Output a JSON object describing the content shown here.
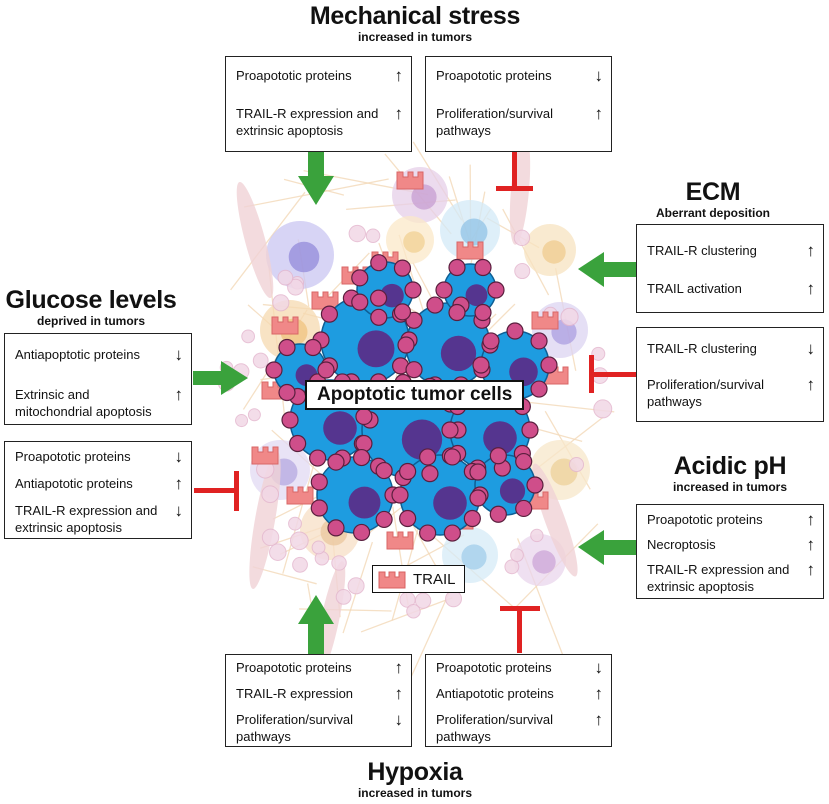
{
  "center_label": "Apoptotic  tumor cells",
  "legend": {
    "label": "TRAIL"
  },
  "colors": {
    "promote": "#3aa23c",
    "inhibit": "#e02222",
    "tumor_cell": "#1e9ce0",
    "nucleus": "#5b2a86",
    "bead": "#cf4e8a",
    "trail": "#f08888"
  },
  "mechanical": {
    "title": "Mechanical stress",
    "subtitle": "increased in tumors",
    "left_box": [
      {
        "text": "Proapototic proteins",
        "arrow": "↑"
      },
      {
        "text": "TRAIL-R expression and extrinsic apoptosis",
        "arrow": "↑"
      }
    ],
    "right_box": [
      {
        "text": "Proapototic proteins",
        "arrow": "↓"
      },
      {
        "text": "Proliferation/survival pathways",
        "arrow": "↑"
      }
    ]
  },
  "ecm": {
    "title": "ECM",
    "subtitle": "Aberrant deposition",
    "top_box": [
      {
        "text": "TRAIL-R clustering",
        "arrow": "↑"
      },
      {
        "text": "TRAIL activation",
        "arrow": "↑"
      }
    ],
    "bottom_box": [
      {
        "text": "TRAIL-R clustering",
        "arrow": "↓"
      },
      {
        "text": "Proliferation/survival pathways",
        "arrow": "↑"
      }
    ]
  },
  "glucose": {
    "title": "Glucose levels",
    "subtitle": "deprived in tumors",
    "top_box": [
      {
        "text": "Antiapoptotic proteins",
        "arrow": "↓"
      },
      {
        "text": "Extrinsic and mitochondrial apoptosis",
        "arrow": "↑"
      }
    ],
    "bottom_box": [
      {
        "text": "Proapototic proteins",
        "arrow": "↓"
      },
      {
        "text": "Antiapototic proteins",
        "arrow": "↑"
      },
      {
        "text": "TRAIL-R expression and extrinsic apoptosis",
        "arrow": "↓"
      }
    ]
  },
  "acidic": {
    "title": "Acidic pH",
    "subtitle": "increased in tumors",
    "box": [
      {
        "text": "Proapototic proteins",
        "arrow": "↑"
      },
      {
        "text": "Necroptosis",
        "arrow": "↑"
      },
      {
        "text": "TRAIL-R expression and extrinsic apoptosis",
        "arrow": "↑"
      }
    ]
  },
  "hypoxia": {
    "title": "Hypoxia",
    "subtitle": "increased in tumors",
    "left_box": [
      {
        "text": "Proapototic proteins",
        "arrow": "↑"
      },
      {
        "text": "TRAIL-R expression",
        "arrow": "↑"
      },
      {
        "text": "Proliferation/survival pathways",
        "arrow": "↓"
      }
    ],
    "right_box": [
      {
        "text": "Proapototic proteins",
        "arrow": "↓"
      },
      {
        "text": "Antiapototic proteins",
        "arrow": "↑"
      },
      {
        "text": "Proliferation/survival pathways",
        "arrow": "↑"
      }
    ]
  }
}
